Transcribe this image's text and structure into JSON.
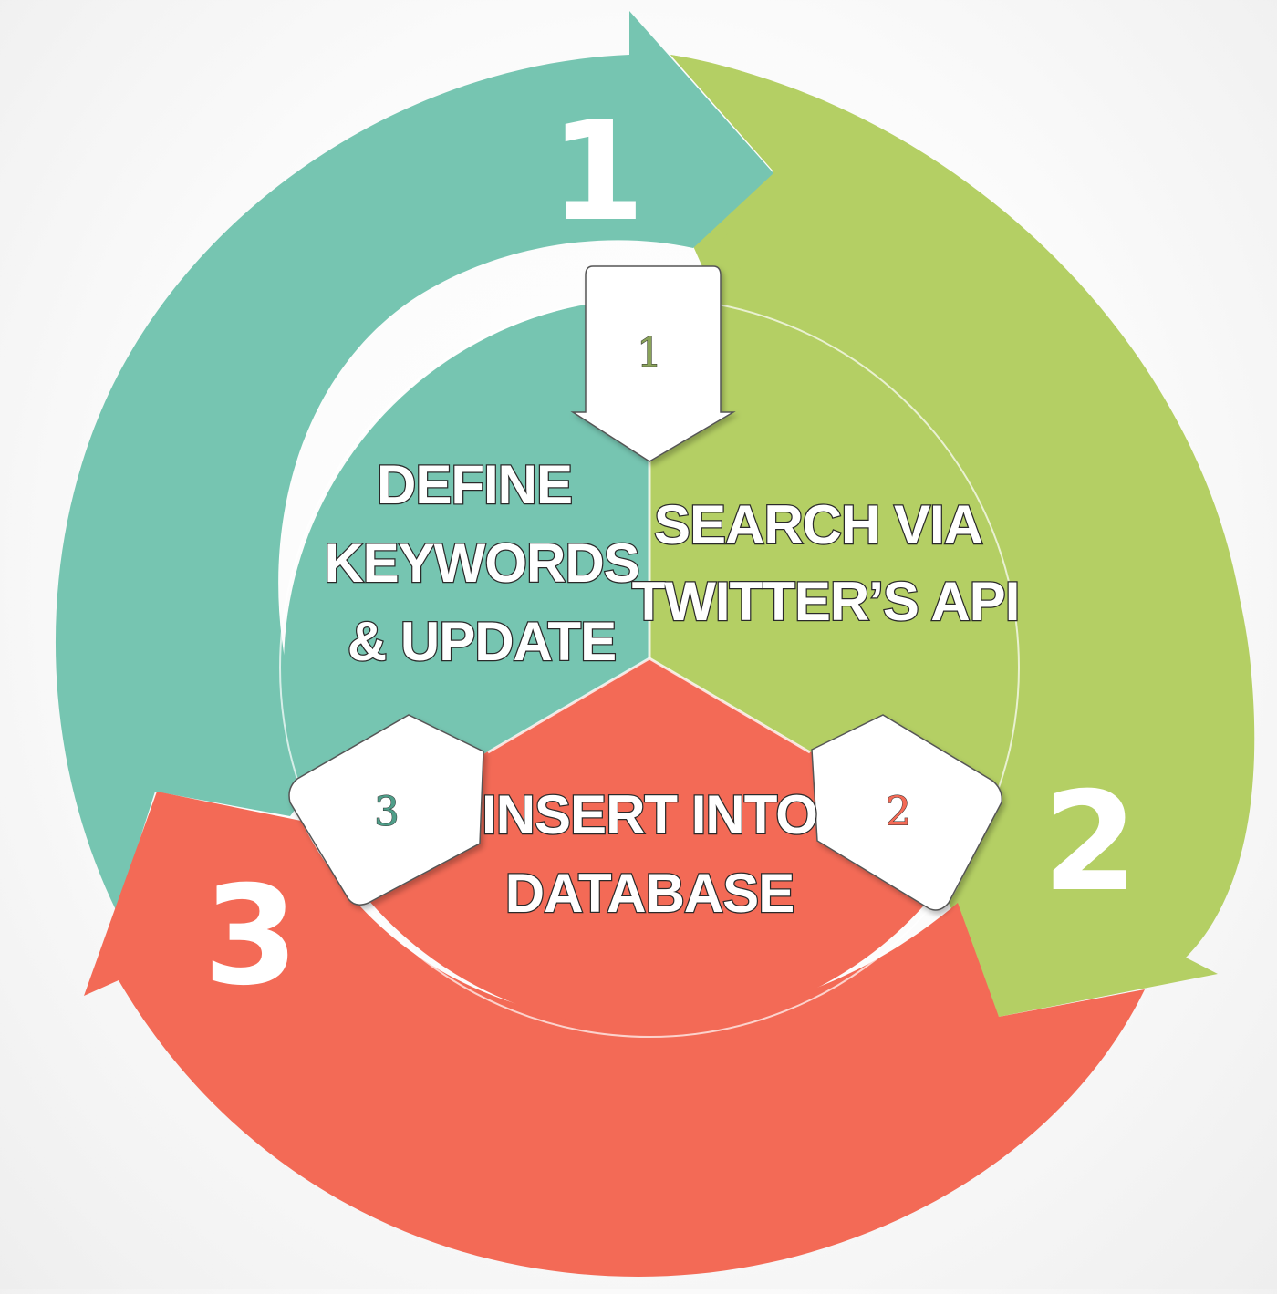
{
  "stages": [
    {
      "number": "1",
      "title_lines": [
        "DEFINE",
        "KEYWORDS",
        "& UPDATE"
      ],
      "color": "#76c5b1"
    },
    {
      "number": "2",
      "title_lines": [
        "SEARCH VIA",
        "TWITTER’S API"
      ],
      "color": "#b4cf64"
    },
    {
      "number": "3",
      "title_lines": [
        "INSERT INTO",
        "DATABASE"
      ],
      "color": "#f36a56"
    }
  ],
  "badges": [
    {
      "label": "1",
      "color": "#8aa35a"
    },
    {
      "label": "2",
      "color": "#f36a56"
    },
    {
      "label": "3",
      "color": "#4f9e89"
    }
  ],
  "colors": {
    "background": "#f5f5f5",
    "badge_fill": "#ffffff",
    "text_outline": "#2a2a2a"
  }
}
